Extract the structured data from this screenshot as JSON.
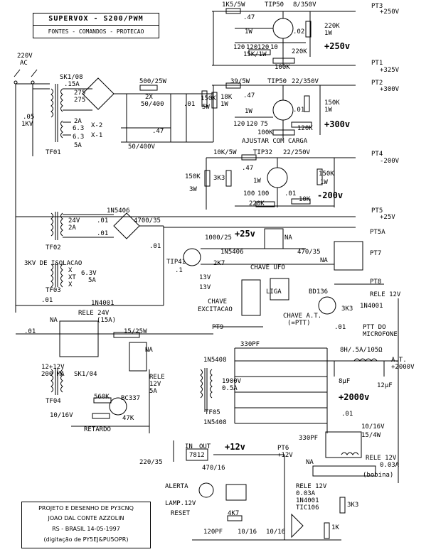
{
  "title": {
    "main": "SUPERVOX - S200/PWM",
    "sub": "FONTES - COMANDOS - PROTECAO"
  },
  "credits": [
    "PROJETO E DESENHO DE PY3CNQ",
    "JOAO DAL CONTE AZZOLIN",
    "RS - BRASIL   14-05-1997",
    "(digitação de PY5EJ&PU5OPR)"
  ],
  "input": {
    "voltage": "220V",
    "type": "AC",
    "cap": ".05",
    "cap_v": "1KV"
  },
  "points": {
    "pt1": "PT1",
    "pt1v": "+325V",
    "pt2": "PT2",
    "pt2v": "+300V",
    "pt3": "PT3",
    "pt3v": "+250V",
    "pt4": "PT4",
    "pt4v": "-200V",
    "pt5": "PT5",
    "pt5v": "+25V",
    "pt5a": "PT5A",
    "pt6": "PT6",
    "pt6v": "+12V",
    "pt7": "PT7",
    "pt8": "PT8",
    "pt9": "PT9"
  },
  "transformers": {
    "tf01": "TF01",
    "tf02": "TF02",
    "tf03": "TF03",
    "tf04": "TF04",
    "tf05": "TF05"
  },
  "supply_labels": {
    "plus250": "+250v",
    "plus300": "+300v",
    "minus200": "-200v",
    "plus25": "+25v",
    "plus12": "+12v",
    "plus2000": "+2000v"
  },
  "components": {
    "sk108": "SK1/08",
    "fuse15a": ".15A",
    "t275a": "275",
    "t275b": "275",
    "x2a": "2A",
    "x63a": "6.3",
    "x2": "X-2",
    "x63b": "6.3",
    "x1": "X-1",
    "x5a": "5A",
    "r500": "500/25W",
    "c2x": "2X",
    "c50_400": "50/400",
    "c01a": ".01",
    "r150k5w": "150K",
    "r5w": "5W",
    "c47a": ".47",
    "c50_400v": "50/400V",
    "r1k5": "1K5/5W",
    "c47b": ".47",
    "tip50a": "TIP50",
    "c8_350": "8/350V",
    "c02": ".02",
    "r220k1w": "220K",
    "r1w_a": "1W",
    "r1w_b": "1W",
    "z120a": "120",
    "z120b": "120",
    "z120c": "120",
    "z10": "10",
    "r15k1w": "15K/1W",
    "r220k_b": "220K",
    "r100k_a": "100K",
    "r39": "39/5W",
    "r18k": "18K",
    "r1w_c": "1W",
    "c47c": ".47",
    "tip50b": "TIP50",
    "c22_350": "22/350V",
    "r150k_b": "150K",
    "r1w_d": "1W",
    "c01b": ".01",
    "r1w_e": "1W",
    "z120d": "120",
    "z120e": "120",
    "z75": "75",
    "r100k_b": "100K",
    "r120k": "120K",
    "ajustar": "AJUSTAR COM CARGA",
    "r10k": "10K/5W",
    "tip32": "TIP32",
    "c22_250": "22/250V",
    "r150k_c": "150K",
    "r3w": "3W",
    "r3k3_a": "3K3",
    "c47d": ".47",
    "r1w_f": "1W",
    "z100a": "100",
    "z100b": "100",
    "r150k_d": "150K",
    "r1w_g": "1W",
    "c01c": ".01",
    "r10k_b": "10K",
    "r220k_c": "220K",
    "t24v": "24V",
    "t2a": "2A",
    "c01d": ".01",
    "c01e": ".01",
    "d1n5406a": "1N5406",
    "c4700": "4700/35",
    "c01f": ".01",
    "tip41": "TIP41",
    "c1000": "1000/25",
    "d1n5406b": "1N5406",
    "c470": "470/35",
    "na1": "NA",
    "na2": "NA",
    "c1": ".1",
    "r2k7": "2K7",
    "z13a": "13V",
    "z13b": "13V",
    "chave_ufo": "CHAVE UFO",
    "chave_exc": "CHAVE",
    "chave_exc2": "EXCITACAO",
    "liga": "LIGA",
    "chave_at": "CHAVE A.T.",
    "chave_at2": "(=PTT)",
    "bd136": "BD136",
    "r3k3_b": "3K3",
    "rele12": "RELE 12V",
    "d1n4001a": "1N4001",
    "c01g": ".01",
    "ptt": "PTT DO",
    "ptt2": "MICROFONE",
    "iso": "3KV DE ISOLACAO",
    "t63v": "6.3V",
    "t5a": "5A",
    "x_a": "X",
    "xt": "XT",
    "x_b": "X",
    "c01h": ".01",
    "d1n4001b": "1N4001",
    "rele24": "RELE 24V",
    "rele24a": "(15A)",
    "na3": "NA",
    "c01i": ".01",
    "r15": "15/25W",
    "na4": "NA",
    "t12": "12+12V",
    "t200": "200 MA",
    "sk104": "SK1/04",
    "rele12b": "RELE",
    "rele12b2": "12V",
    "rele12b3": "5A",
    "r560k": "560K",
    "bc337": "BC337",
    "c10_16a": "10/16V",
    "r47k": "47K",
    "retardo": "RETARDO",
    "d1n5408a": "1N5408",
    "t1900": "1900V",
    "t05a": "0.5A",
    "d1n5408b": "1N5408",
    "c330a": "330PF",
    "c330b": "330PF",
    "l8h": "8H/.5A/105Ω",
    "at": "A.T.",
    "at2": "+2000V",
    "c8uf": "8μF",
    "c12uf": "12μF",
    "c01j": ".01",
    "c10_16b": "10/16V",
    "r15_4": "15/4W",
    "rele12c": "RELE 12V",
    "rele12c2": "0.03A",
    "bobina": "(bobina)",
    "na5": "NA",
    "c220_35": "220/35",
    "in": "IN",
    "out": "OUT",
    "reg": "7812",
    "c470_16": "470/16",
    "alerta": "ALERTA",
    "lamp": "LAMP.12V",
    "rele12d": "RELE 12V",
    "rele12d2": "0.03A",
    "d1n4001c": "1N4001",
    "tic106": "TIC106",
    "r3k3_c": "3K3",
    "reset": "RESET",
    "r4k7": "4K7",
    "r1k": "1K",
    "c120pf": "120PF",
    "c10_16c": "10/16",
    "c10_16d": "10/16"
  }
}
